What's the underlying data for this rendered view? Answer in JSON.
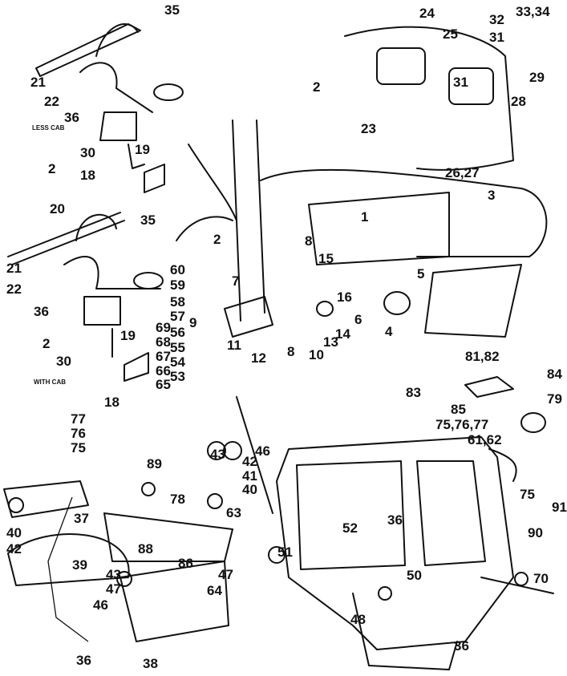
{
  "captions": {
    "less_cab": "LESS CAB",
    "with_cab": "WITH CAB"
  },
  "labels": [
    "35",
    "21",
    "22",
    "36",
    "30",
    "2",
    "19",
    "18",
    "20",
    "35",
    "21",
    "22",
    "36",
    "2",
    "19",
    "30",
    "18",
    "24",
    "25",
    "32",
    "31",
    "33,34",
    "29",
    "28",
    "2",
    "23",
    "31",
    "26,27",
    "3",
    "2",
    "8",
    "1",
    "15",
    "16",
    "5",
    "7",
    "6",
    "4",
    "9",
    "14",
    "13",
    "11",
    "12",
    "8",
    "10",
    "81,82",
    "84",
    "83",
    "79",
    "85",
    "75,76,77",
    "61,62",
    "75",
    "91",
    "90",
    "70",
    "60",
    "59",
    "58",
    "57",
    "56",
    "55",
    "54",
    "53",
    "69",
    "68",
    "67",
    "66",
    "65",
    "77",
    "76",
    "75",
    "89",
    "78",
    "63",
    "43",
    "42",
    "41",
    "40",
    "46",
    "37",
    "40",
    "42",
    "39",
    "88",
    "86",
    "47",
    "64",
    "43",
    "47",
    "46",
    "36",
    "38",
    "51",
    "52",
    "36",
    "50",
    "48",
    "36"
  ]
}
